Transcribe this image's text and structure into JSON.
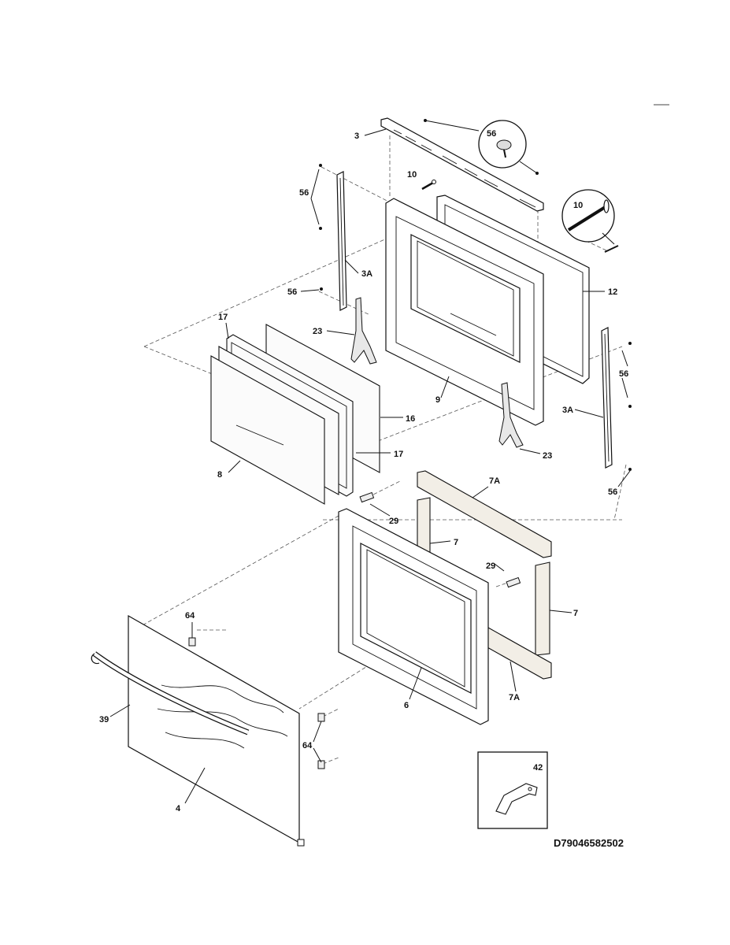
{
  "diagram_code": "D79046582502",
  "callouts": {
    "c3": "3",
    "c56_top": "56",
    "c10_small": "10",
    "c10_circle": "10",
    "c56_left_top": "56",
    "c3A_left": "3A",
    "c56_left_mid": "56",
    "c12": "12",
    "c17_top": "17",
    "c23_left": "23",
    "c56_right": "56",
    "c16": "16",
    "c9": "9",
    "c3A_right": "3A",
    "c17_bottom": "17",
    "c23_right": "23",
    "c8": "8",
    "c7A_top": "7A",
    "c56_bottom_right": "56",
    "c29_left": "29",
    "c7_top": "7",
    "c29_right": "29",
    "c64_top": "64",
    "c7_right": "7",
    "c39": "39",
    "c6": "6",
    "c7A_bottom": "7A",
    "c64_bottom": "64",
    "c42": "42",
    "c4": "4"
  }
}
